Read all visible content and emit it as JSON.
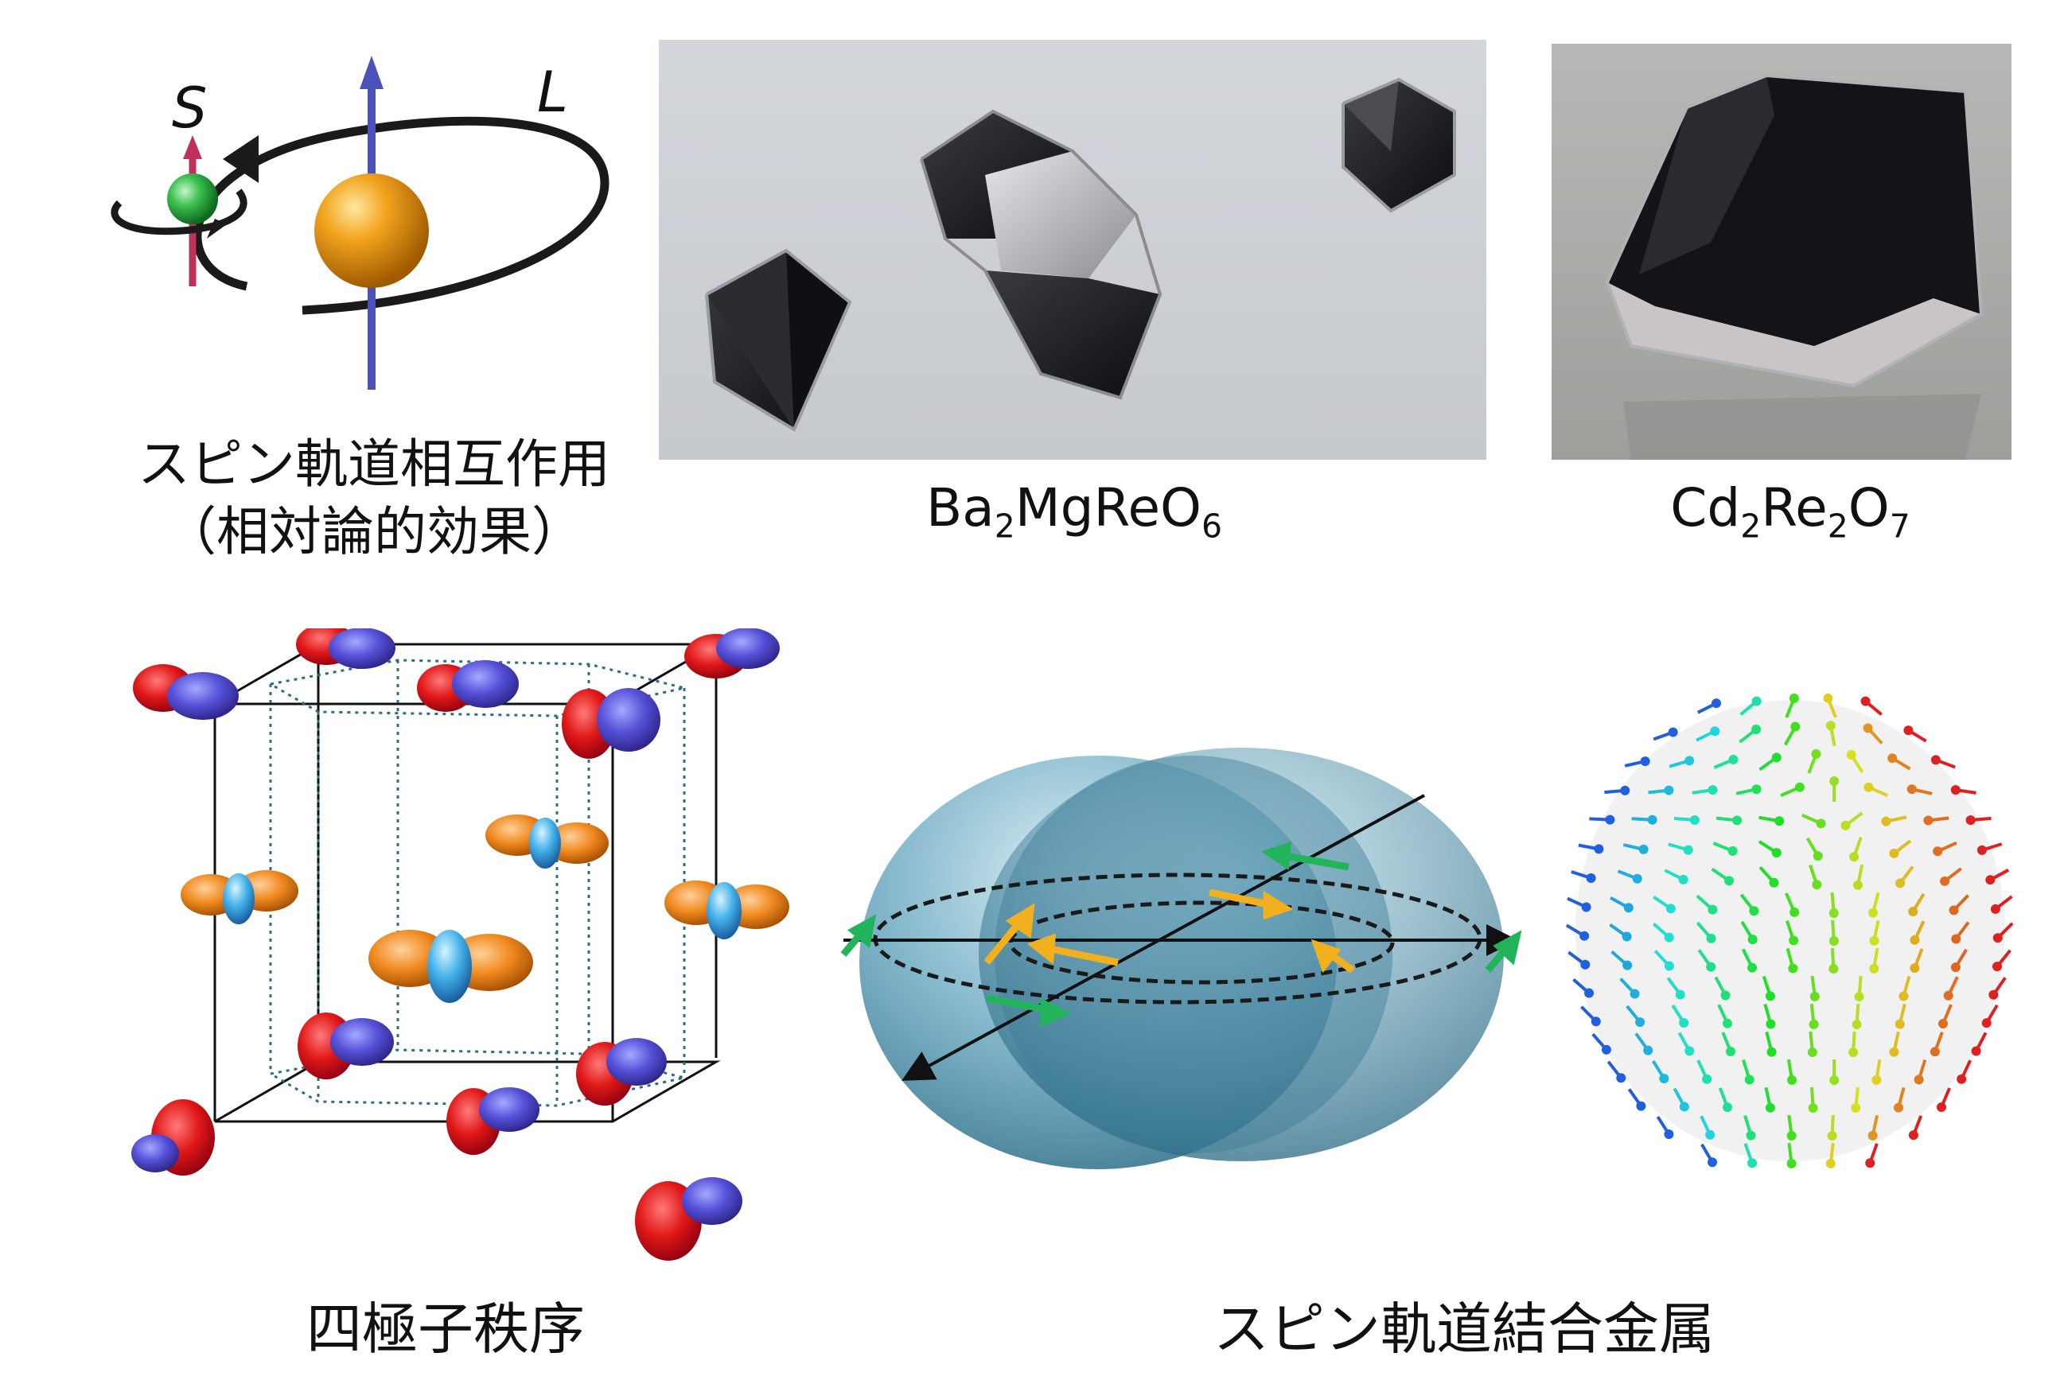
{
  "spin_orbit": {
    "spin_symbol": "S",
    "orbit_symbol": "L",
    "caption_line1": "スピン軌道相互作用",
    "caption_line2": "（相対論的効果）"
  },
  "crystal_photo_1": {
    "formula_parts": [
      "Ba",
      "2",
      "MgReO",
      "6"
    ]
  },
  "crystal_photo_2": {
    "formula_parts": [
      "Cd",
      "2",
      "Re",
      "2",
      "O",
      "7"
    ]
  },
  "quadrupole": {
    "caption": "四極子秩序"
  },
  "metal": {
    "caption": "スピン軌道結合金属"
  },
  "colors": {
    "spin_arrow": "#c0305a",
    "orbit_axis": "#4a52b8",
    "green_ball": "#2fb14a",
    "orange_ball": "#f0a020",
    "lobe_red": "#e02020",
    "lobe_blue": "#4a50d0",
    "lobe_orange": "#f08a20",
    "lobe_cyan": "#40b0e8",
    "fermi_sphere": "#5e9fb8",
    "arrow_yellow": "#f2b01e",
    "arrow_green": "#22b45a"
  }
}
